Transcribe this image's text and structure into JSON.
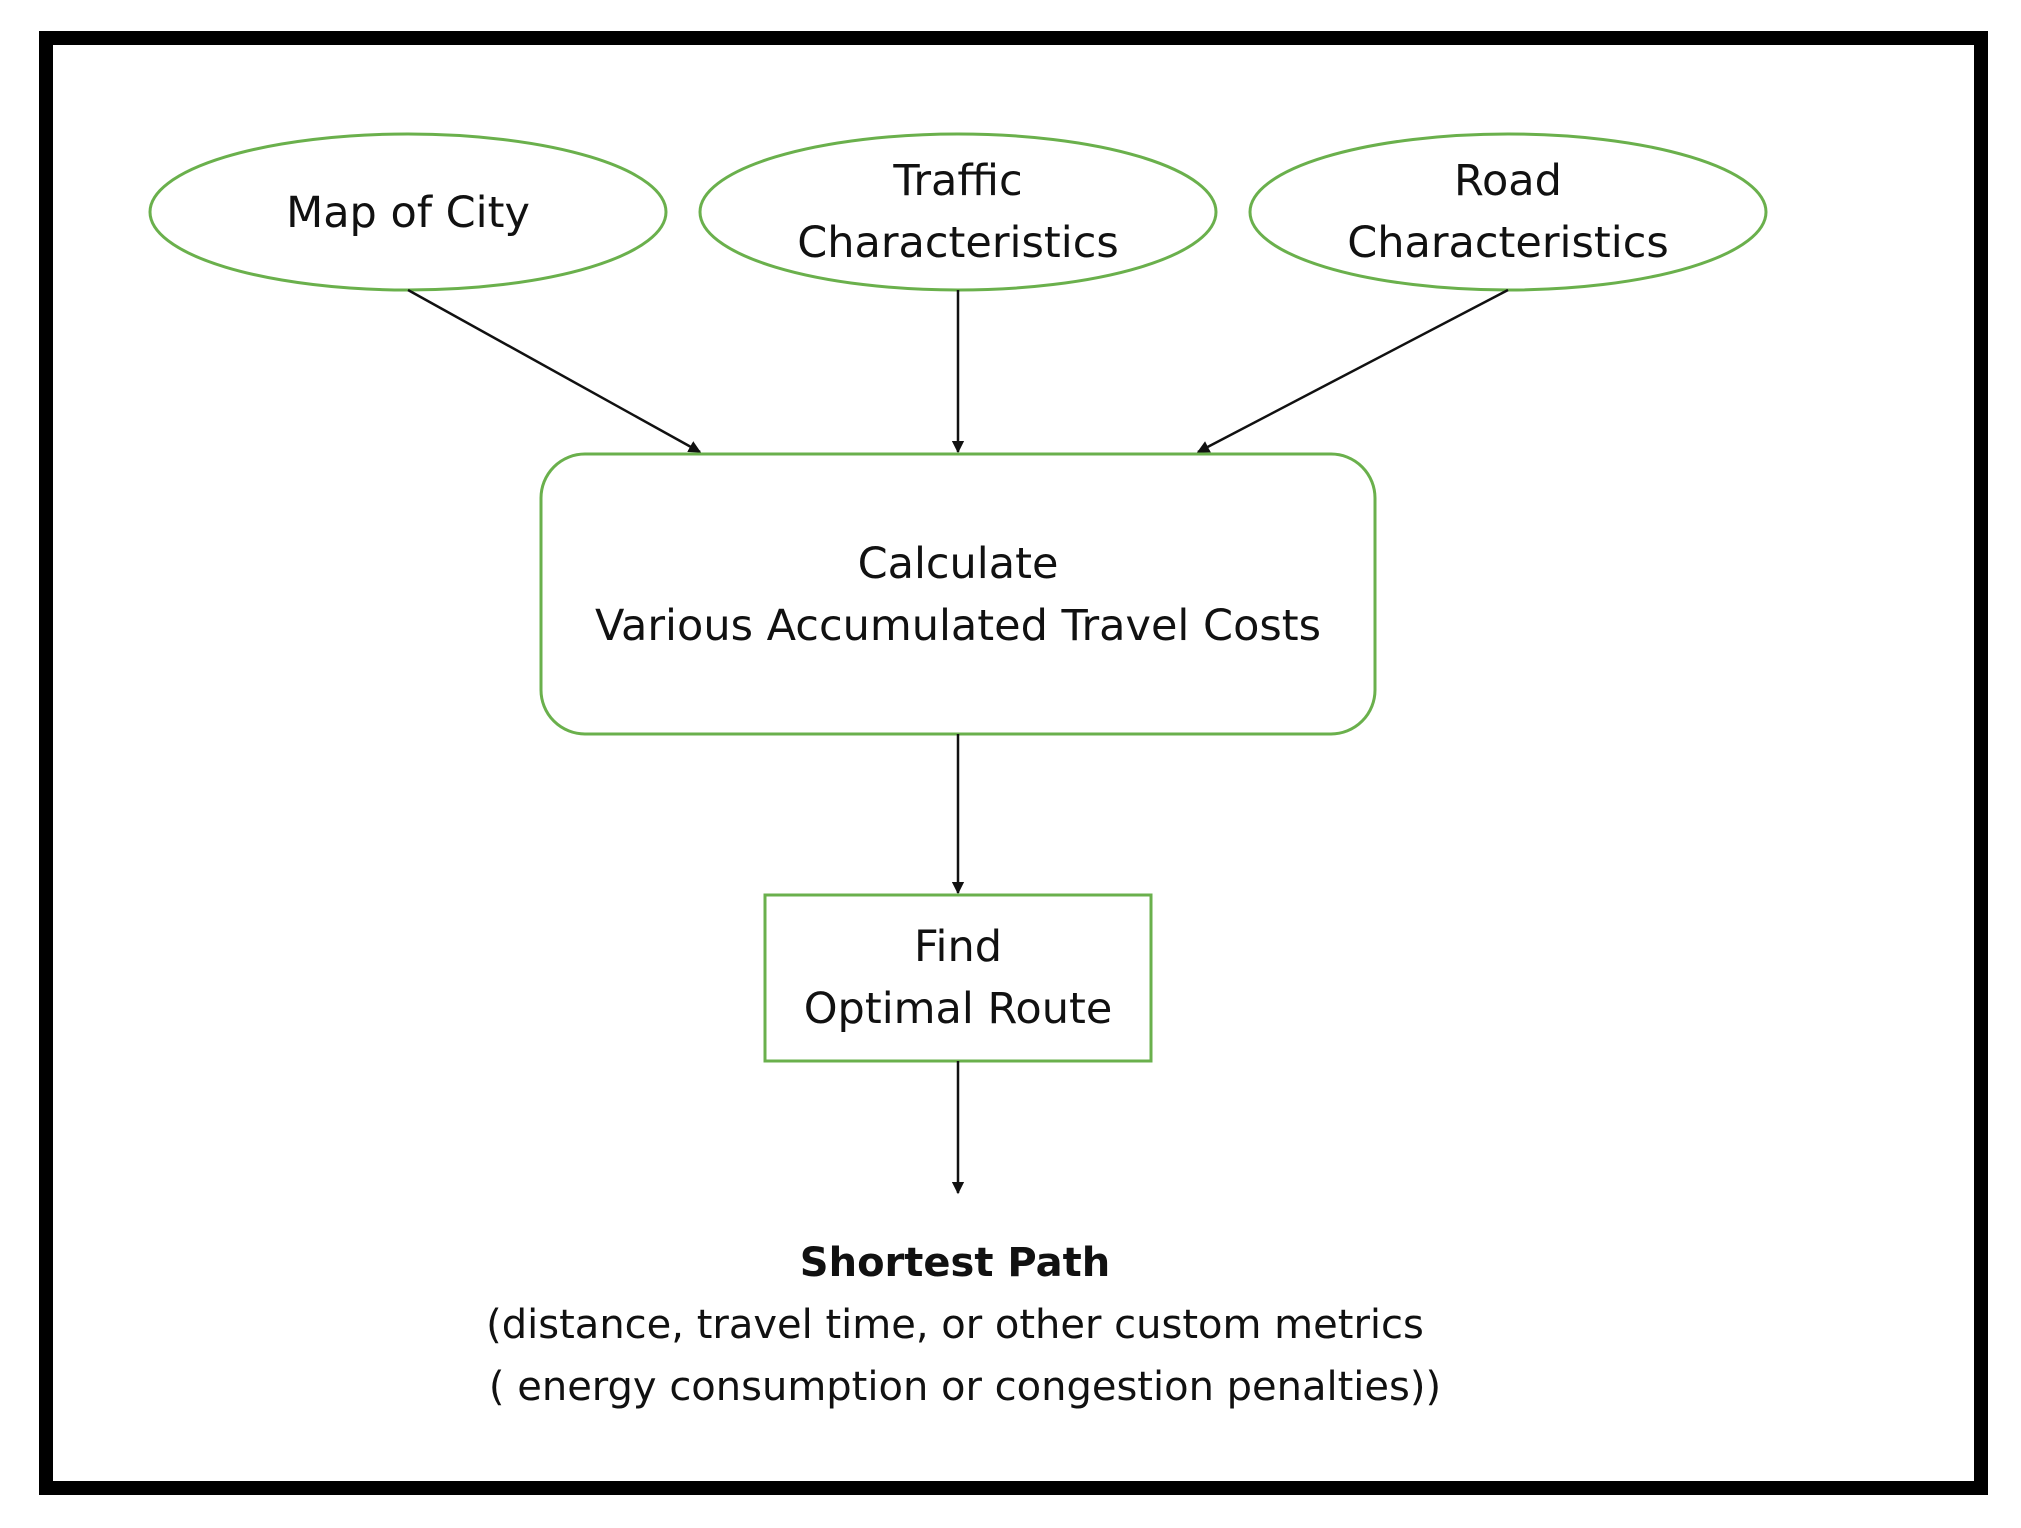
{
  "colors": {
    "border": "#000000",
    "node_stroke": "#6ab04c",
    "arrow": "#111111",
    "text": "#111111",
    "background": "#ffffff"
  },
  "inputs": {
    "map": {
      "line1": "Map of City"
    },
    "traffic": {
      "line1": "Traffic",
      "line2": "Characteristics"
    },
    "road": {
      "line1": "Road",
      "line2": "Characteristics"
    }
  },
  "calculate": {
    "line1": "Calculate",
    "line2": "Various Accumulated Travel Costs"
  },
  "find": {
    "line1": "Find",
    "line2": "Optimal Route"
  },
  "result": {
    "title": "Shortest Path",
    "line1": "(distance, travel time, or other custom metrics",
    "line2": "( energy consumption or congestion penalties))"
  }
}
